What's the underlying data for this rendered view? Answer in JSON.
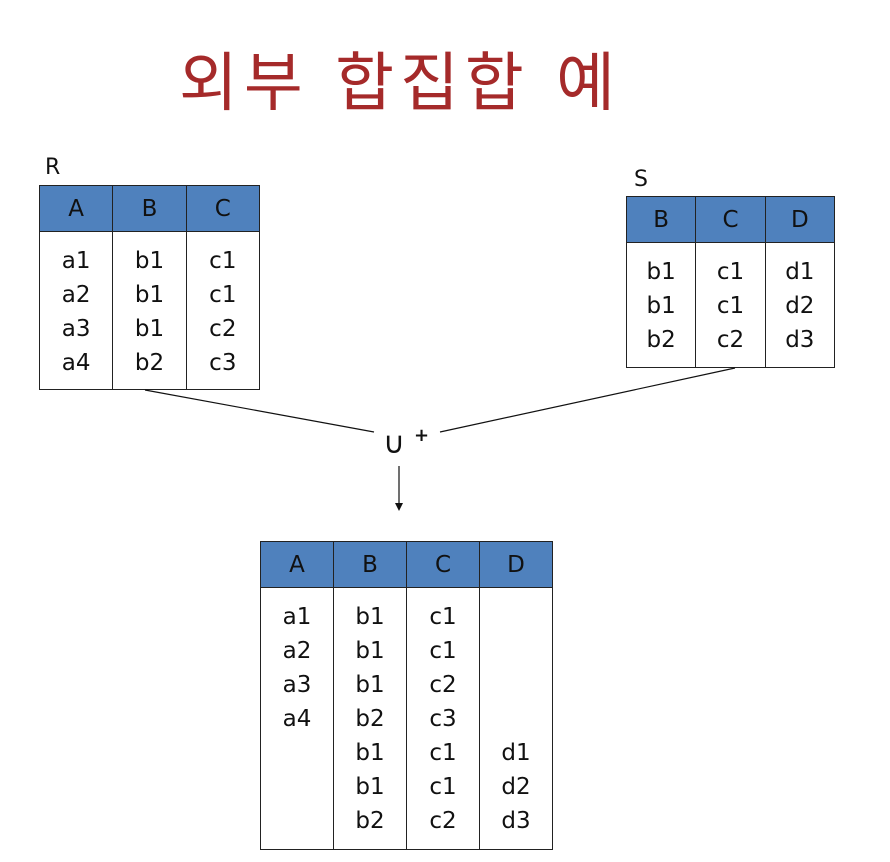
{
  "title": "외부 합집합 예",
  "operator": {
    "symbol": "∪",
    "superscript": "+"
  },
  "relations": {
    "R": {
      "name": "R",
      "columns": [
        {
          "header": "A",
          "values": [
            "a1",
            "a2",
            "a3",
            "a4"
          ]
        },
        {
          "header": "B",
          "values": [
            "b1",
            "b1",
            "b1",
            "b2"
          ]
        },
        {
          "header": "C",
          "values": [
            "c1",
            "c1",
            "c2",
            "c3"
          ]
        }
      ]
    },
    "S": {
      "name": "S",
      "columns": [
        {
          "header": "B",
          "values": [
            "b1",
            "b1",
            "b2"
          ]
        },
        {
          "header": "C",
          "values": [
            "c1",
            "c1",
            "c2"
          ]
        },
        {
          "header": "D",
          "values": [
            "d1",
            "d2",
            "d3"
          ]
        }
      ]
    },
    "result": {
      "columns": [
        {
          "header": "A",
          "values": [
            "a1",
            "a2",
            "a3",
            "a4",
            "",
            "",
            ""
          ]
        },
        {
          "header": "B",
          "values": [
            "b1",
            "b1",
            "b1",
            "b2",
            "b1",
            "b1",
            "b2"
          ]
        },
        {
          "header": "C",
          "values": [
            "c1",
            "c1",
            "c2",
            "c3",
            "c1",
            "c1",
            "c2"
          ]
        },
        {
          "header": "D",
          "values": [
            "",
            "",
            "",
            "",
            "d1",
            "d2",
            "d3"
          ]
        }
      ]
    }
  },
  "colors": {
    "title": "#a52a2a",
    "header_fill": "#4f81bd",
    "border": "#222222"
  }
}
